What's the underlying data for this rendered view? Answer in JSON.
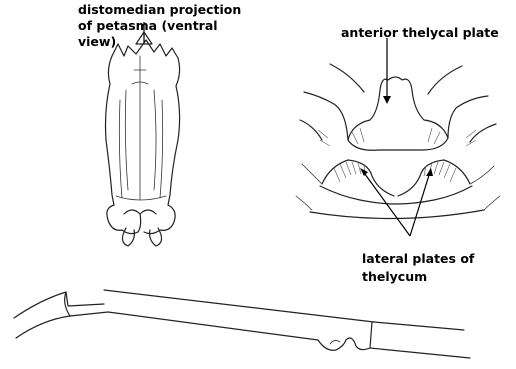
{
  "labels": {
    "petasma_line1": "distomedian projection",
    "petasma_line2": "of petasma (ventral",
    "petasma_line3": "view)",
    "anterior_plate": "anterior thelycal plate",
    "lateral_line1": "lateral plates of",
    "lateral_line2": "thelycum"
  }
}
